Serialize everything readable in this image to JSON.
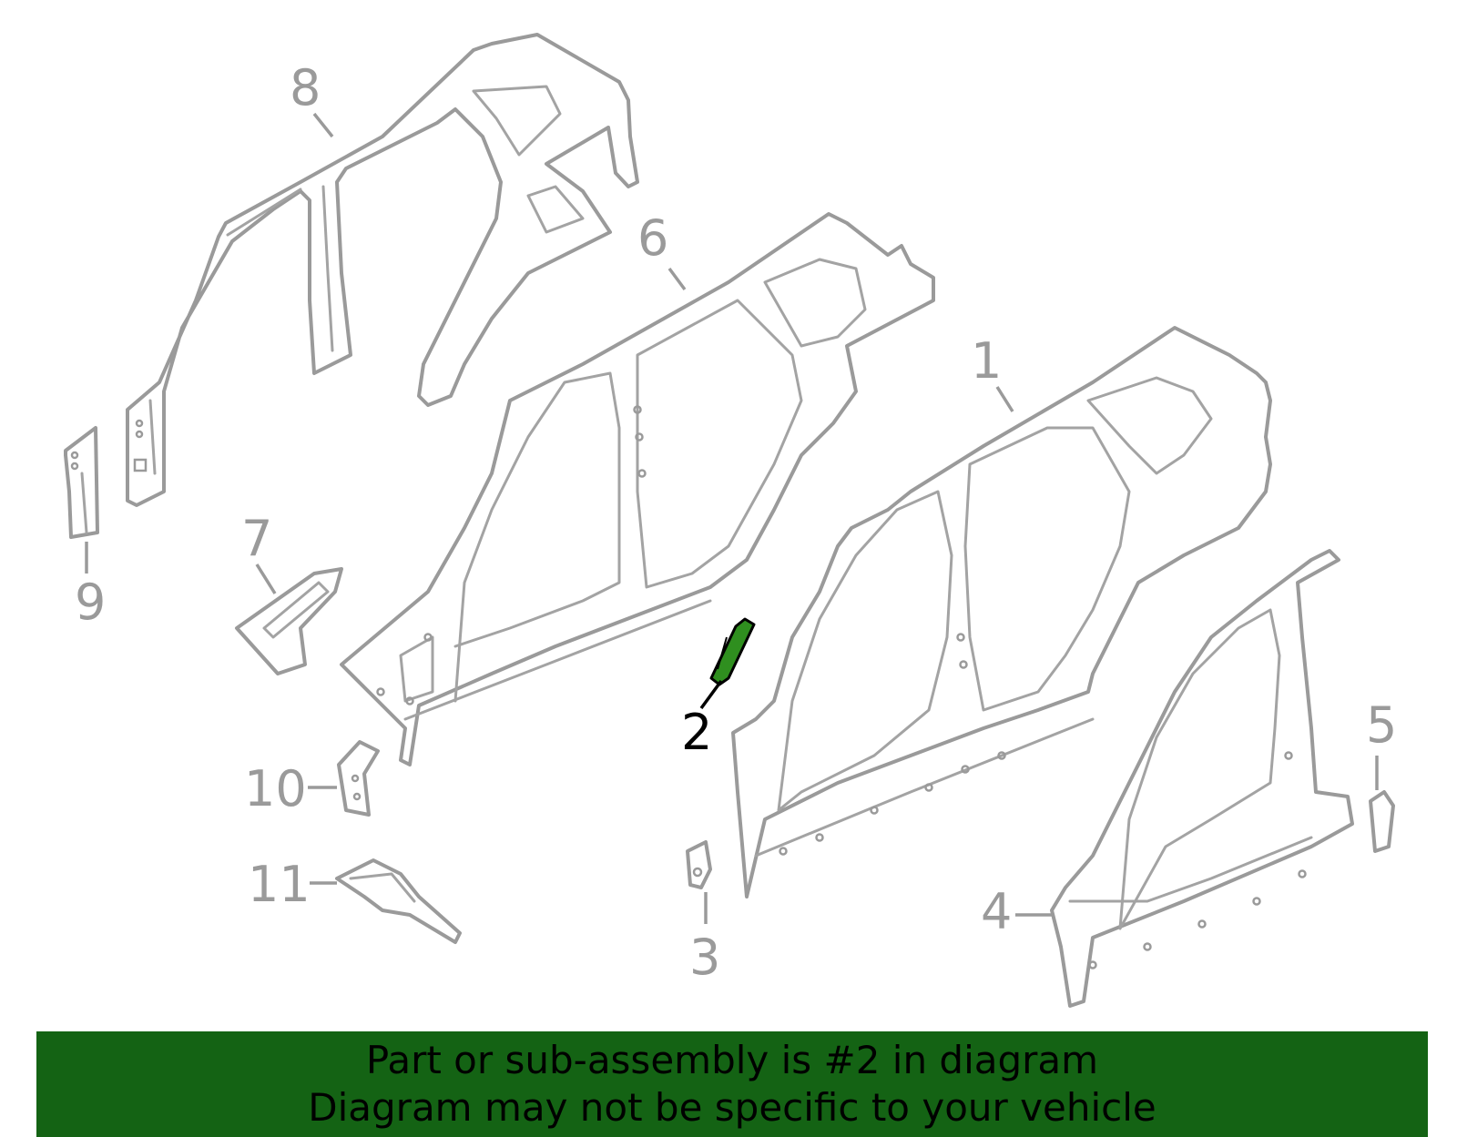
{
  "callouts": {
    "c1": "1",
    "c2": "2",
    "c3": "3",
    "c4": "4",
    "c5": "5",
    "c6": "6",
    "c7": "7",
    "c8": "8",
    "c9": "9",
    "c10": "10",
    "c11": "11"
  },
  "highlighted_part": "2",
  "colors": {
    "line": "#9a9a9a",
    "highlight": "#2f8f1f",
    "banner": "#146314",
    "active_text": "#000000"
  },
  "banner": {
    "line1": "Part or sub-assembly is #2 in diagram",
    "line2": "Diagram may not be specific to your vehicle"
  }
}
